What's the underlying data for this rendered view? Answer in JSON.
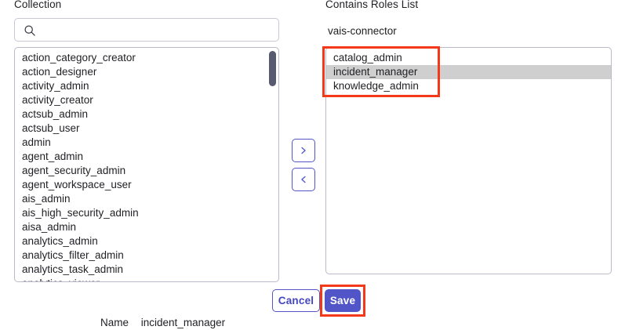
{
  "left_panel": {
    "label": "Collection",
    "search": {
      "value": "",
      "placeholder": "",
      "icon": "search-icon"
    },
    "options": [
      "action_category_creator",
      "action_designer",
      "activity_admin",
      "activity_creator",
      "actsub_admin",
      "actsub_user",
      "admin",
      "agent_admin",
      "agent_security_admin",
      "agent_workspace_user",
      "ais_admin",
      "ais_high_security_admin",
      "aisa_admin",
      "analytics_admin",
      "analytics_filter_admin",
      "analytics_task_admin",
      "analytics_viewer"
    ]
  },
  "transfer": {
    "move_right_label": ">",
    "move_left_label": "<",
    "move_right_icon": "chevron-right-icon",
    "move_left_icon": "chevron-left-icon"
  },
  "right_panel": {
    "label": "Contains Roles List",
    "connector_name": "vais-connector",
    "options": [
      {
        "label": "catalog_admin",
        "selected": false
      },
      {
        "label": "incident_manager",
        "selected": true
      },
      {
        "label": "knowledge_admin",
        "selected": false
      }
    ]
  },
  "footer": {
    "cancel_label": "Cancel",
    "save_label": "Save"
  },
  "record": {
    "name_label": "Name",
    "name_value": "incident_manager"
  },
  "colors": {
    "accent": "#5255c8",
    "accent_text": "#4446bd",
    "selection": "#cfcfcf",
    "annotation": "#f4381a",
    "scrollbar_thumb": "#585a6e",
    "border": "#b9bcc8"
  }
}
